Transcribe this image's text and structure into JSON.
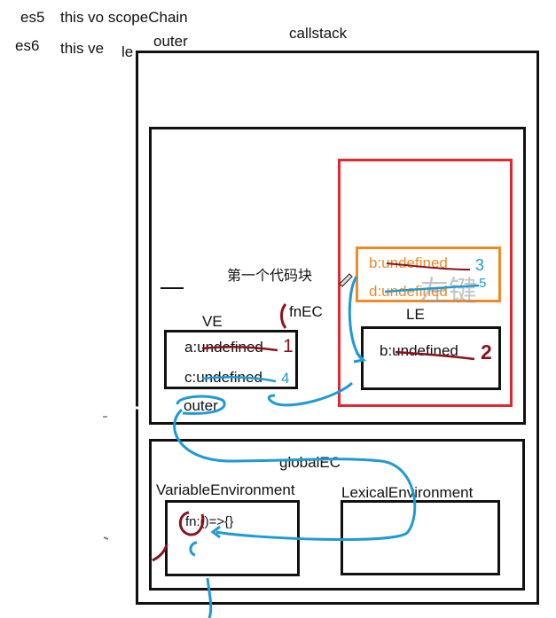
{
  "header": {
    "es5_label": "es5",
    "es5_text": "this vo scopeChain",
    "es6_label": "es6",
    "es6_text": "this ve",
    "es6_partial": "le",
    "outer_label": "outer",
    "callstack_label": "callstack"
  },
  "fn_ec": {
    "block_label": "第一个代码块",
    "title": "fnEC",
    "ve": {
      "title": "VE",
      "row1": "a:undefined",
      "row1_num": "1",
      "row2": "c:undefined",
      "row2_num": "4",
      "outer": "outer"
    },
    "block": {
      "row1": "b:undefined",
      "row1_num": "3",
      "row2": "d:undefined",
      "row2_num": "5",
      "watermark": "左键"
    },
    "le": {
      "title": "LE",
      "row1": "b:undefined",
      "row1_num": "2"
    }
  },
  "global_ec": {
    "title": "globalEC",
    "variable_env": {
      "title": "VariableEnvironment",
      "fn": "fn:()=>{}"
    },
    "lexical_env": {
      "title": "LexicalEnvironment"
    }
  },
  "colors": {
    "ink": "#111111",
    "red": "#e0282e",
    "orange": "#f08a24",
    "blue_pen": "#1e9ad6",
    "maroon_pen": "#8b1020"
  }
}
